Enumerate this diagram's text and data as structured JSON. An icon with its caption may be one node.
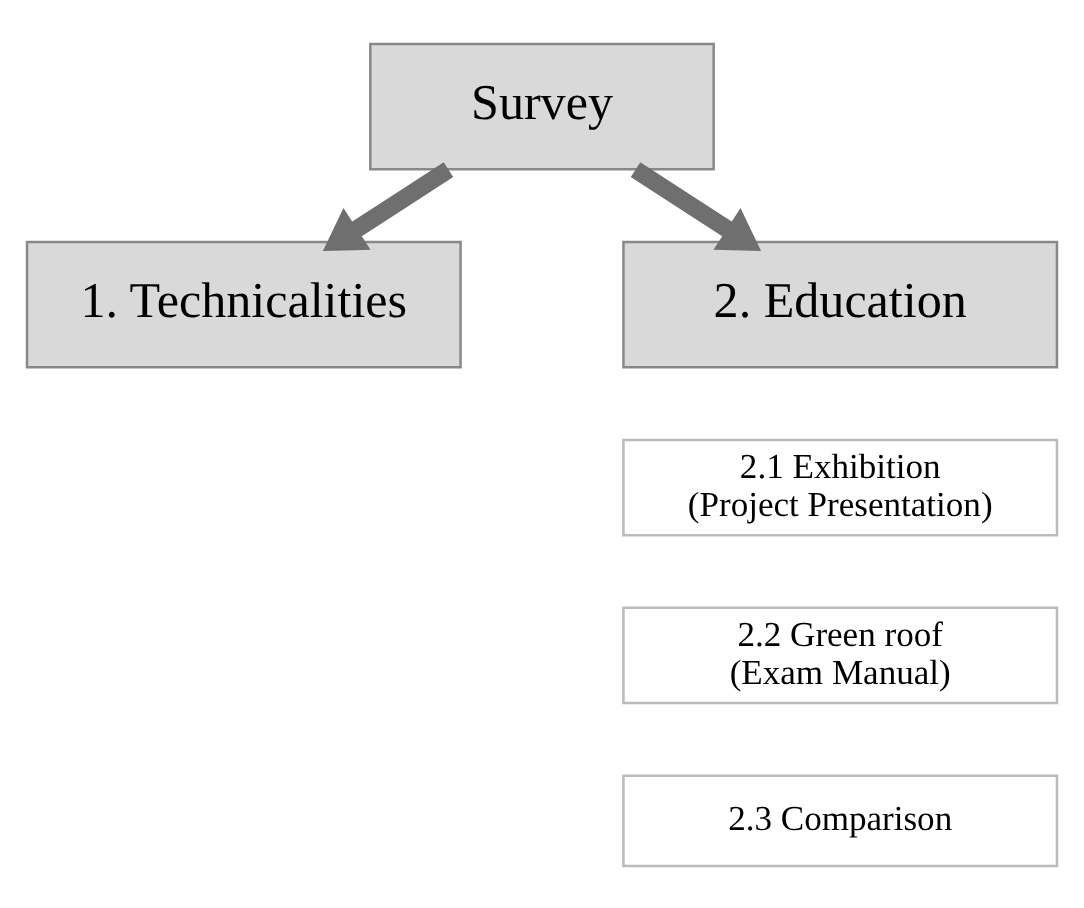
{
  "diagram": {
    "nodes": [
      {
        "text": [
          "Survey"
        ]
      },
      {
        "text": [
          "1. Technicalities"
        ]
      },
      {
        "text": [
          "2. Education"
        ]
      },
      {
        "text": [
          "2.1 Exhibition (Project Presentation)"
        ]
      },
      {
        "text": [
          "2.2 Green roof (Exam Manual)"
        ]
      },
      {
        "text": [
          "2.3 Comparison"
        ]
      }
    ],
    "edges": [
      {
        "from": 0,
        "to": 1,
        "arrow": "to"
      },
      {
        "from": 0,
        "to": 2,
        "arrow": "to"
      }
    ]
  }
}
